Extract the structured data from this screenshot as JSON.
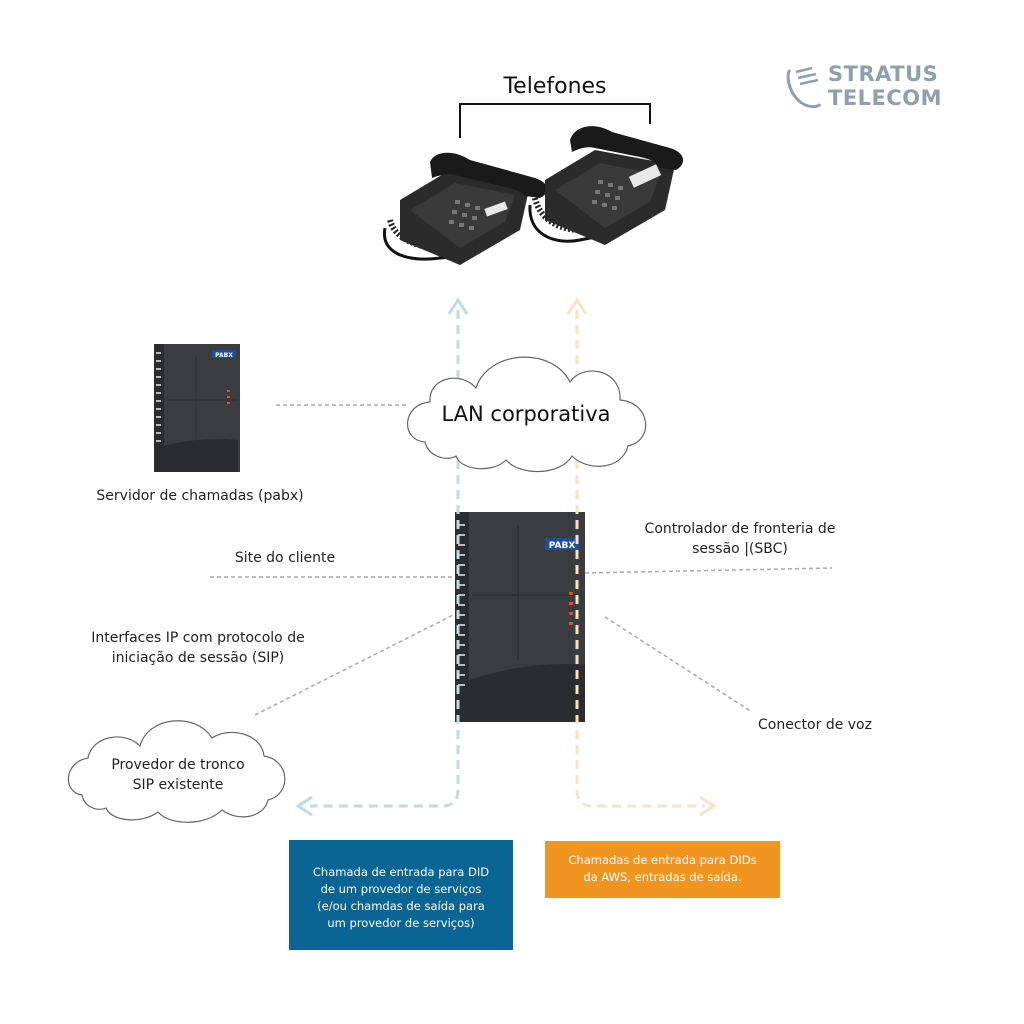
{
  "brand": {
    "line1": "STRATUS",
    "line2": "TELECOM"
  },
  "phones_label": "Telefones",
  "lan_label": "LAN corporativa",
  "pbx_label": "Servidor de chamadas (pabx)",
  "pbx_badge": "PABX",
  "customer_site_label": "Site do cliente",
  "sip_interfaces_label_line1": "Interfaces IP com protocolo de",
  "sip_interfaces_label_line2": "iniciação de sessão (SIP)",
  "sip_provider_line1": "Provedor de tronco",
  "sip_provider_line2": "SIP existente",
  "sbc_label_line1": "Controlador de fronteria de",
  "sbc_label_line2": "sessão |(SBC)",
  "voice_connector_label": "Conector de voz",
  "blue_box": {
    "line1": "Chamada de entrada para DID",
    "line2": "de um provedor de serviços",
    "line3": "(e/ou chamdas de saída para",
    "line4": "um provedor de serviços)"
  },
  "orange_box": {
    "line1": "Chamadas de entrada para DIDs",
    "line2": "da AWS, entradas de saída."
  },
  "colors": {
    "blue": "#0b6594",
    "orange": "#f0951f",
    "blue_arrow": "#c2d9e8",
    "orange_arrow": "#fbe2c2"
  }
}
